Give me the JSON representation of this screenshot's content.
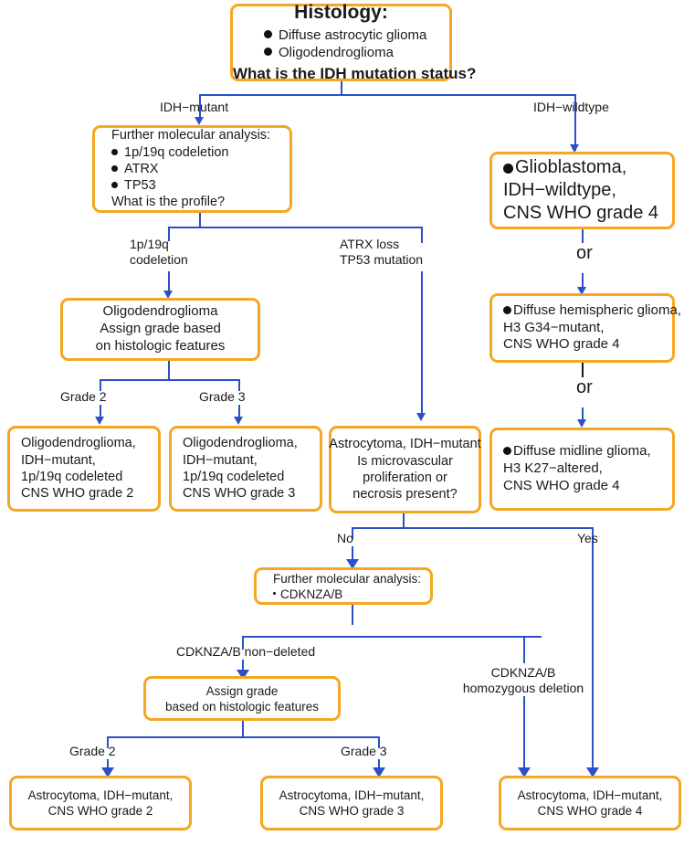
{
  "figure": {
    "kind": "clinical-diagnostic-flowchart",
    "subject": "Adult-type diffuse glioma classification (WHO CNS5)",
    "colors": {
      "box_border": "#F5A623",
      "connector_blue": "#2B50C8",
      "connector_black": "#1a1a1a",
      "box_fill": "#FFFFFF",
      "text": "#1A1A1A"
    }
  },
  "nodes": {
    "histology": {
      "title": "Histology:",
      "bullets": [
        "Diffuse astrocytic glioma",
        "Oligodendroglioma"
      ],
      "question": "What is the IDH mutation status?"
    },
    "further_molecular": {
      "title": "Further molecular analysis:",
      "bullets": [
        "1p/19q codeletion",
        "ATRX",
        "TP53"
      ],
      "question": "What is the profile?"
    },
    "glioblastoma": {
      "line1": "Glioblastoma,",
      "line2": "IDH−wildtype,",
      "line3": "CNS WHO grade 4"
    },
    "diffuse_hemispheric": {
      "line1": "Diffuse hemispheric glioma,",
      "line2": "H3 G34−mutant,",
      "line3": "CNS WHO grade 4"
    },
    "diffuse_midline": {
      "line1": "Diffuse midline glioma,",
      "line2": "H3 K27−altered,",
      "line3": "CNS WHO grade 4"
    },
    "oligo_assign": {
      "line1": "Oligodendroglioma",
      "line2": "Assign grade based",
      "line3": "on histologic features"
    },
    "oligo_grade2": {
      "line1": "Oligodendroglioma,",
      "line2": "IDH−mutant,",
      "line3": "1p/19q codeleted",
      "line4": "CNS WHO grade 2"
    },
    "oligo_grade3": {
      "line1": "Oligodendroglioma,",
      "line2": "IDH−mutant,",
      "line3": "1p/19q codeleted",
      "line4": "CNS WHO grade 3"
    },
    "astro_question": {
      "line1": "Astrocytoma, IDH−mutant",
      "line2": "Is microvascular",
      "line3": "proliferation or",
      "line4": "necrosis present?"
    },
    "cdkn_analysis": {
      "title": "Further molecular analysis:",
      "bullet": "CDKNZA/B"
    },
    "assign_grade": {
      "line1": "Assign grade",
      "line2": "based on histologic features"
    },
    "astro_grade2": {
      "line1": "Astrocytoma, IDH−mutant,",
      "line2": "CNS WHO grade 2"
    },
    "astro_grade3": {
      "line1": "Astrocytoma, IDH−mutant,",
      "line2": "CNS WHO grade 3"
    },
    "astro_grade4": {
      "line1": "Astrocytoma, IDH−mutant,",
      "line2": "CNS WHO grade 4"
    }
  },
  "edges": {
    "idh_mutant": "IDH−mutant",
    "idh_wildtype": "IDH−wildtype",
    "codeletion_l1": "1p/19q",
    "codeletion_l2": "codeletion",
    "atrx_l1": "ATRX loss",
    "atrx_l2": "TP53 mutation",
    "or_1": "or",
    "or_2": "or",
    "grade2_top": "Grade 2",
    "grade3_top": "Grade 3",
    "no": "No",
    "yes": "Yes",
    "cdkn_nondeleted": "CDKNZA/B non−deleted",
    "cdkn_homdel_l1": "CDKNZA/B",
    "cdkn_homdel_l2": "homozygous deletion",
    "grade2_bottom": "Grade 2",
    "grade3_bottom": "Grade 3"
  }
}
